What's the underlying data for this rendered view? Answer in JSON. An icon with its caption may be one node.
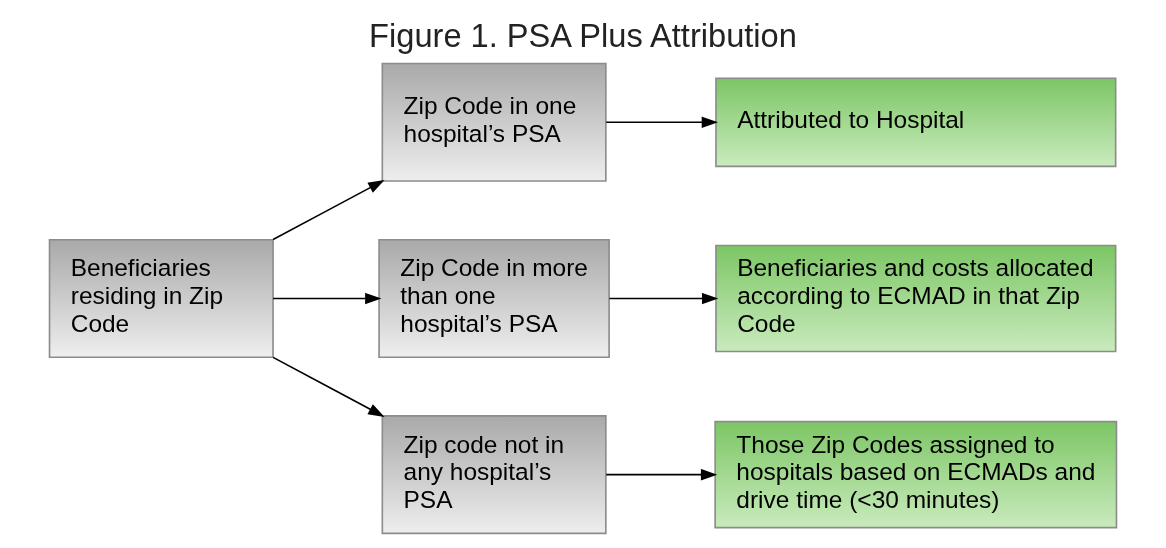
{
  "diagram": {
    "title": "Figure 1. PSA Plus Attribution",
    "nodes": [
      {
        "text": [
          "Beneficiaries residing in Zip Code"
        ]
      },
      {
        "text": [
          "Zip Code in one hospital’s PSA"
        ]
      },
      {
        "text": [
          "Zip Code in more than one hospital’s PSA"
        ]
      },
      {
        "text": [
          "Zip code not in any hospital’s PSA"
        ]
      },
      {
        "text": [
          "Attributed to Hospital"
        ]
      },
      {
        "text": [
          "Beneficiaries and costs allocated according to ECMAD in that Zip Code"
        ]
      },
      {
        "text": [
          "Those Zip Codes assigned to hospitals based on ECMADs and drive time (<30 minutes)"
        ]
      }
    ],
    "edges": [
      {
        "from": 0,
        "to": 1,
        "arrow": "to"
      },
      {
        "from": 0,
        "to": 2,
        "arrow": "to"
      },
      {
        "from": 0,
        "to": 3,
        "arrow": "to"
      },
      {
        "from": 1,
        "to": 4,
        "arrow": "to"
      },
      {
        "from": 2,
        "to": 5,
        "arrow": "to"
      },
      {
        "from": 3,
        "to": 6,
        "arrow": "to"
      }
    ]
  }
}
